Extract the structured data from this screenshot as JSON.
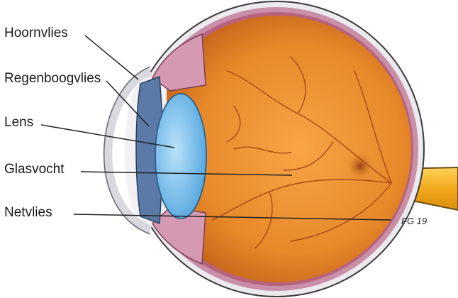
{
  "labels": {
    "cornea": "Hoornvlies",
    "iris": "Regenboogvlies",
    "lens": "Lens",
    "vitreous": "Glasvocht",
    "retina": "Netvlies"
  },
  "signature": "FG 19",
  "colors": {
    "sclera": "#ece9ef",
    "choroid": "#c98fa8",
    "vitreous": "#e58c2c",
    "lens": "#8ecbef",
    "iris": "#5b7aa8",
    "optic_nerve": "#f5b321",
    "leader_line": "#222222"
  }
}
